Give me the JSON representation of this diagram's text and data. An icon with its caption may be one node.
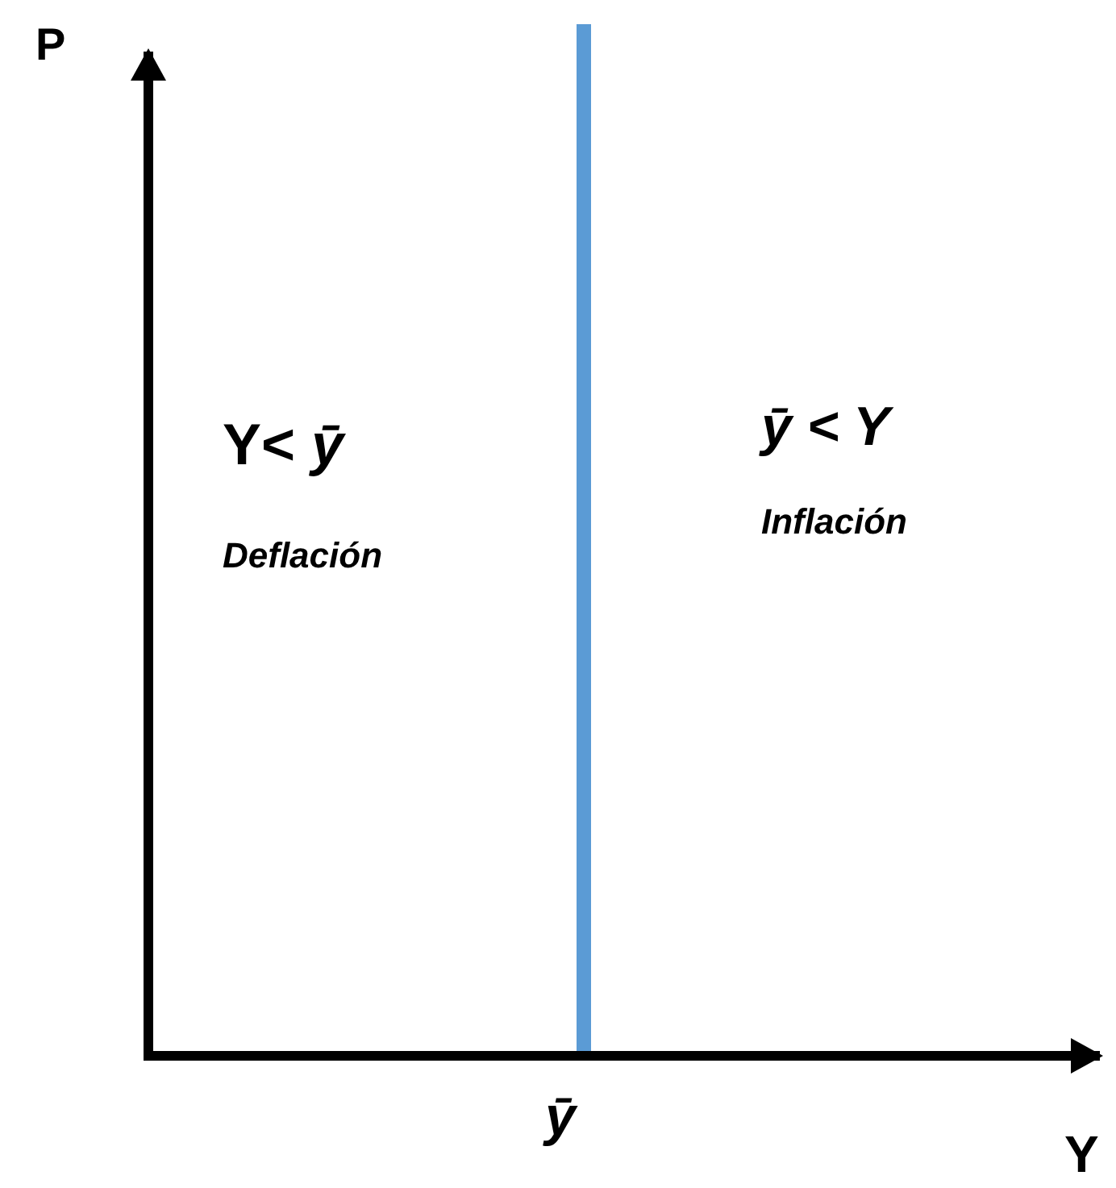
{
  "diagram": {
    "labels": [
      "P",
      "Y< *ȳ*",
      "Deflación",
      "ȳ < Y",
      "Inflación",
      "ȳ",
      "Y"
    ]
  }
}
